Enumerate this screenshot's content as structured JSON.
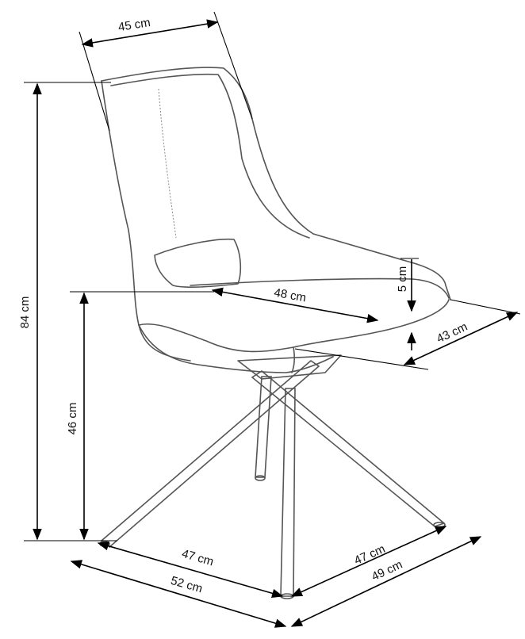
{
  "dimensions": {
    "seat_back_width": "45 cm",
    "total_height": "84 cm",
    "seat_height": "46 cm",
    "seat_depth": "48 cm",
    "seat_thickness": "5 cm",
    "seat_width": "43 cm",
    "base_left": "47 cm",
    "base_right": "47 cm",
    "overall_left": "52 cm",
    "overall_right": "49 cm"
  },
  "colors": {
    "dimension_line": "#000000",
    "chair_outline": "#555555",
    "background": "#ffffff"
  }
}
